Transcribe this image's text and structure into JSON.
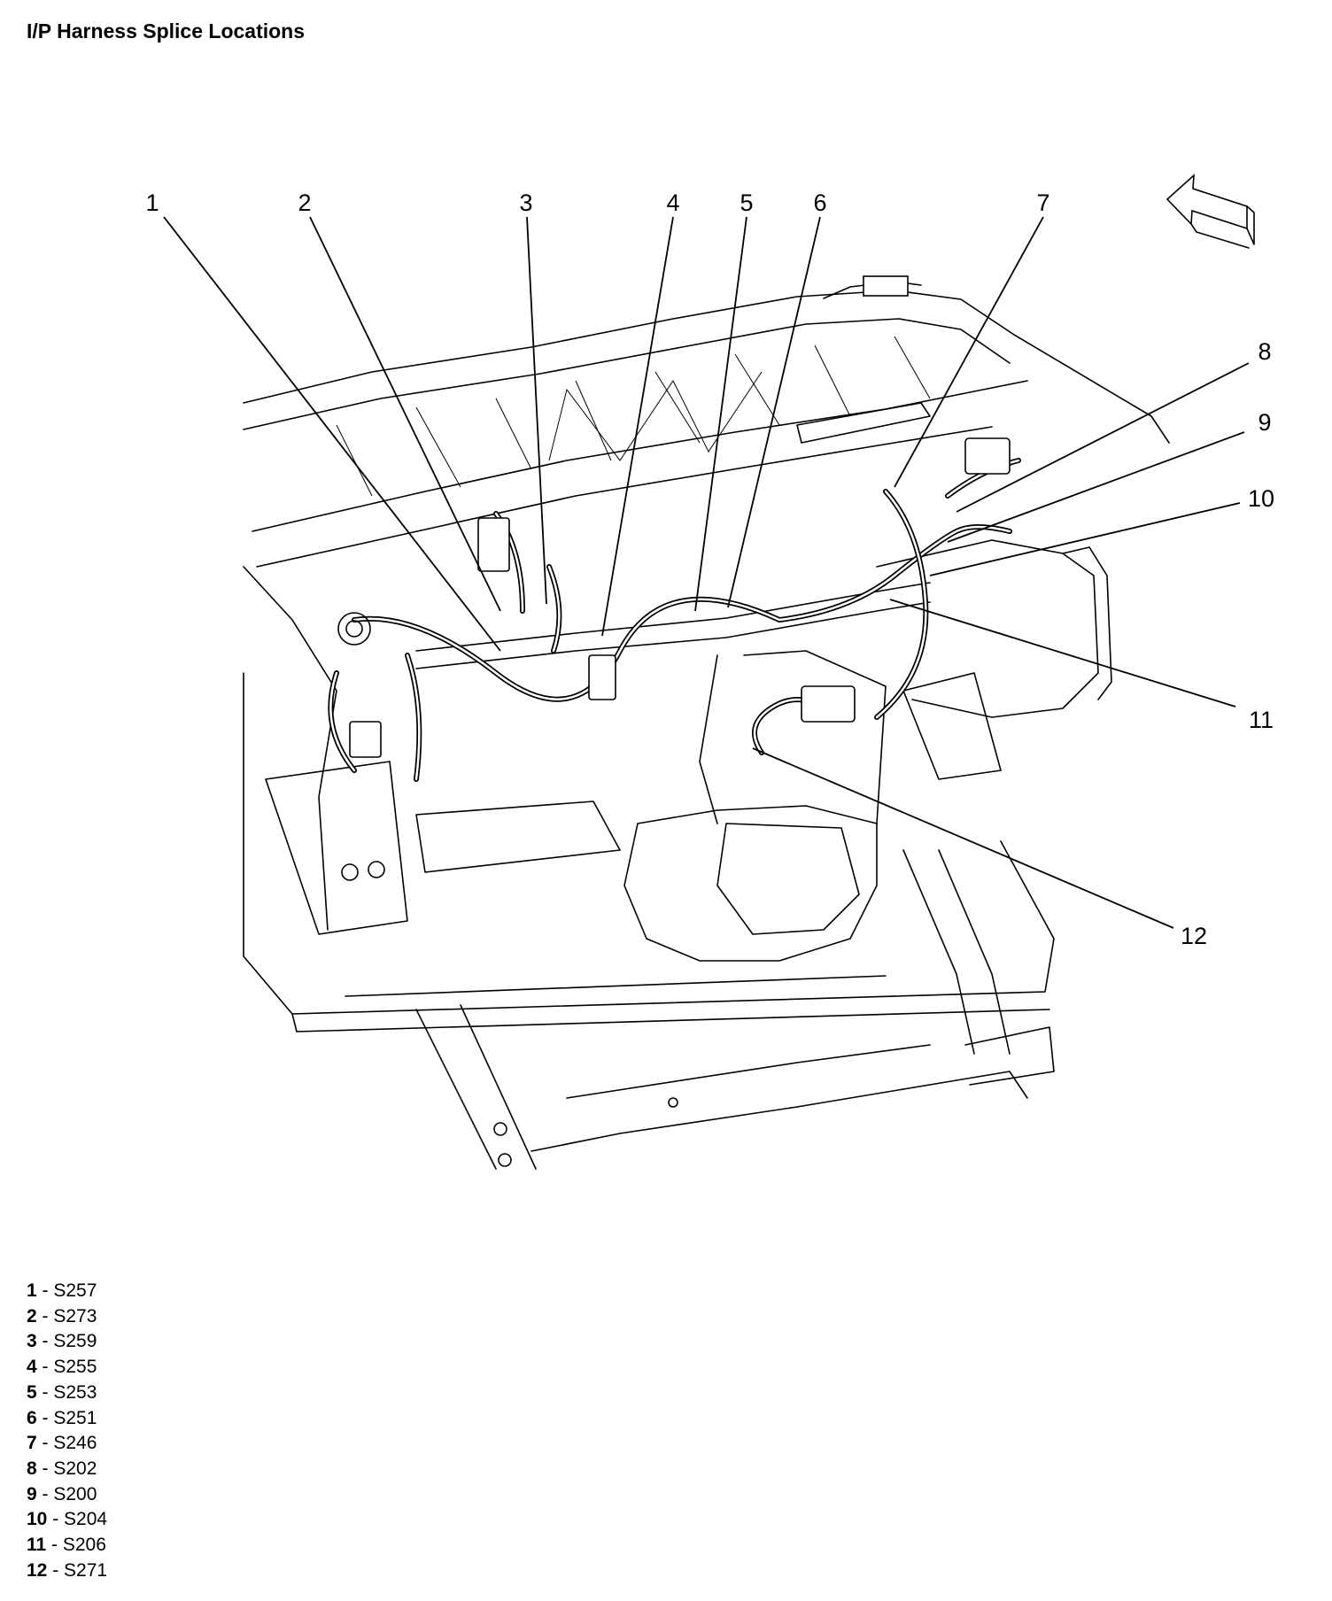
{
  "title": "I/P Harness Splice Locations",
  "direction_arrow": {
    "icon": "front-direction-arrow-icon"
  },
  "callouts": [
    {
      "number": "1",
      "splice": "S257"
    },
    {
      "number": "2",
      "splice": "S273"
    },
    {
      "number": "3",
      "splice": "S259"
    },
    {
      "number": "4",
      "splice": "S255"
    },
    {
      "number": "5",
      "splice": "S253"
    },
    {
      "number": "6",
      "splice": "S251"
    },
    {
      "number": "7",
      "splice": "S246"
    },
    {
      "number": "8",
      "splice": "S202"
    },
    {
      "number": "9",
      "splice": "S200"
    },
    {
      "number": "10",
      "splice": "S204"
    },
    {
      "number": "11",
      "splice": "S206"
    },
    {
      "number": "12",
      "splice": "S271"
    }
  ],
  "legend_separator": " - "
}
